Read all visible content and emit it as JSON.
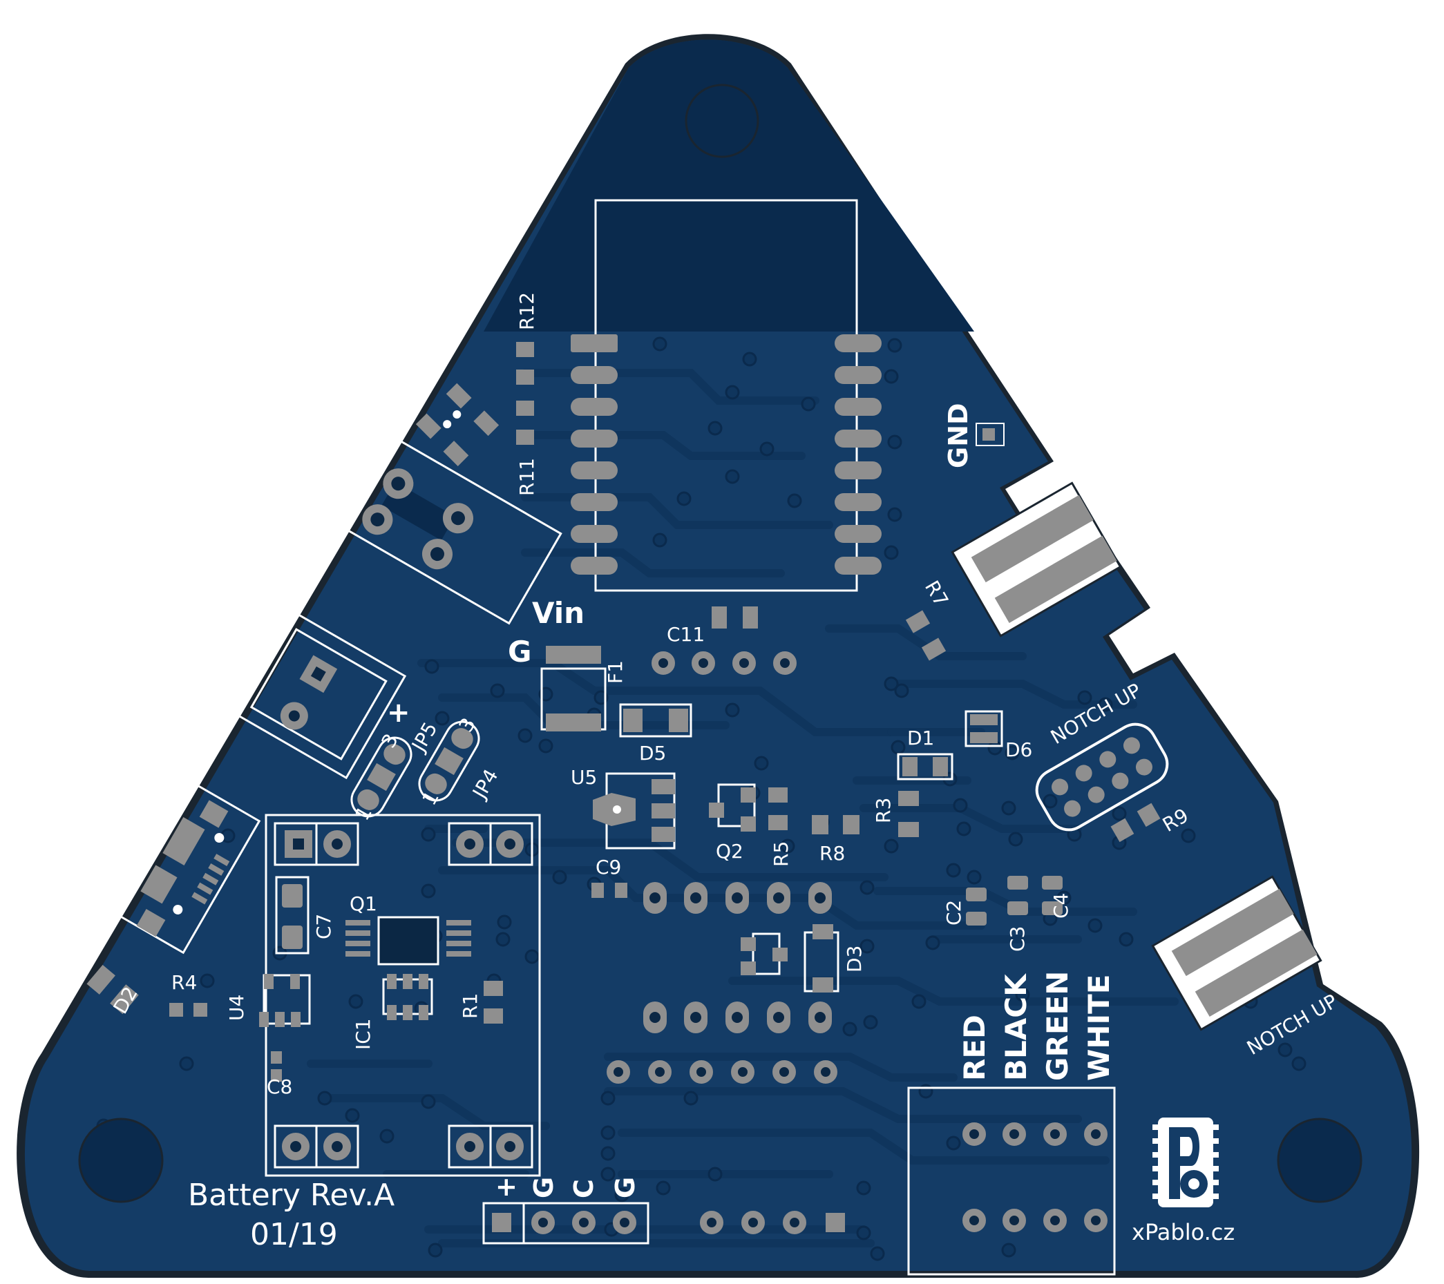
{
  "board": {
    "name": "Battery Rev.A",
    "date": "01/19",
    "brand": "xPablo.cz",
    "logo_letters": "Pb",
    "colors": {
      "background": "#ffffff",
      "board_edge": "#1a2530",
      "copper_fill": "#0a2a4d",
      "board_mask": "#143c66",
      "trace": "#0f355d",
      "silkscreen": "#ffffff",
      "pad": "#8f8f8f",
      "drill": "#0b2744"
    }
  },
  "labels": {
    "gnd": "GND",
    "vin": "Vin",
    "g": "G",
    "notch_up_1": "NOTCH UP",
    "notch_up_2": "NOTCH UP",
    "plus": "+",
    "red": "RED",
    "black": "BLACK",
    "green": "GREEN",
    "white": "WHITE",
    "hdr_plus": "+",
    "hdr_g1": "G",
    "hdr_c": "C",
    "hdr_g2": "G"
  },
  "refdes": {
    "R12": "R12",
    "R11": "R11",
    "R7": "R7",
    "C11": "C11",
    "F1": "F1",
    "JP5": "JP5",
    "JP4": "JP4",
    "jp5_pin3": "3",
    "jp5_pin1": "1",
    "jp4_pin3": "3",
    "jp4_pin1": "1",
    "D5": "D5",
    "U5": "U5",
    "D1": "D1",
    "D6": "D6",
    "R3": "R3",
    "Q2": "Q2",
    "R5": "R5",
    "R8": "R8",
    "R9": "R9",
    "C9": "C9",
    "C7": "C7",
    "Q1": "Q1",
    "C2": "C2",
    "C3": "C3",
    "C4": "C4",
    "D3": "D3",
    "D2": "D2",
    "R4": "R4",
    "U4": "U4",
    "IC1": "IC1",
    "R1": "R1",
    "C8": "C8"
  },
  "icons": {
    "pcb": "pcb-board",
    "mounting_hole": "mounting-hole-icon",
    "logo": "pb-logo-icon"
  }
}
